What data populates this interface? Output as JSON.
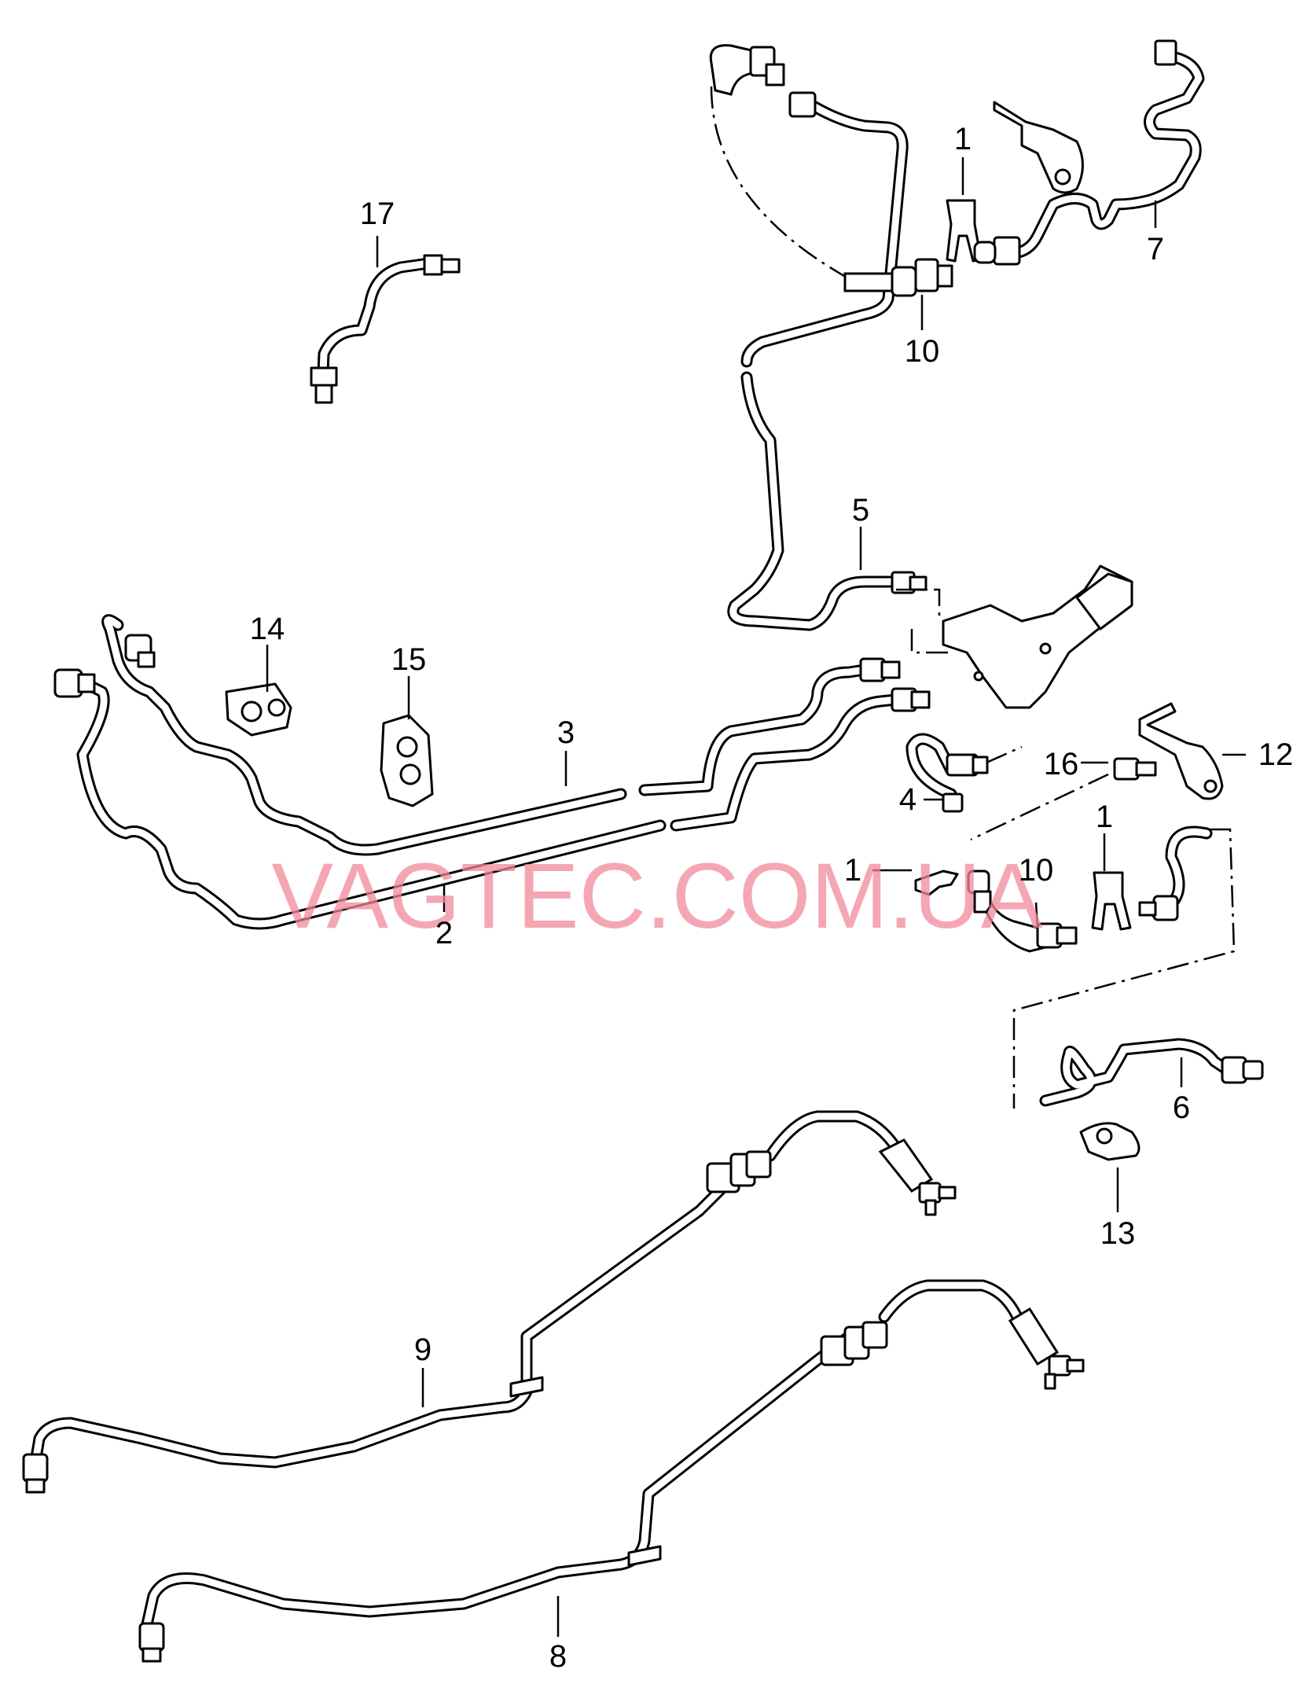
{
  "diagram": {
    "watermark": "VAGTEC.COM.UA",
    "callouts": [
      {
        "id": "c1a",
        "label": "1"
      },
      {
        "id": "c1b",
        "label": "1"
      },
      {
        "id": "c1c",
        "label": "1"
      },
      {
        "id": "c2",
        "label": "2"
      },
      {
        "id": "c3",
        "label": "3"
      },
      {
        "id": "c4",
        "label": "4"
      },
      {
        "id": "c5",
        "label": "5"
      },
      {
        "id": "c6",
        "label": "6"
      },
      {
        "id": "c7",
        "label": "7"
      },
      {
        "id": "c8",
        "label": "8"
      },
      {
        "id": "c9",
        "label": "9"
      },
      {
        "id": "c10a",
        "label": "10"
      },
      {
        "id": "c10b",
        "label": "10"
      },
      {
        "id": "c12",
        "label": "12"
      },
      {
        "id": "c13",
        "label": "13"
      },
      {
        "id": "c14",
        "label": "14"
      },
      {
        "id": "c15",
        "label": "15"
      },
      {
        "id": "c16",
        "label": "16"
      },
      {
        "id": "c17",
        "label": "17"
      }
    ]
  }
}
